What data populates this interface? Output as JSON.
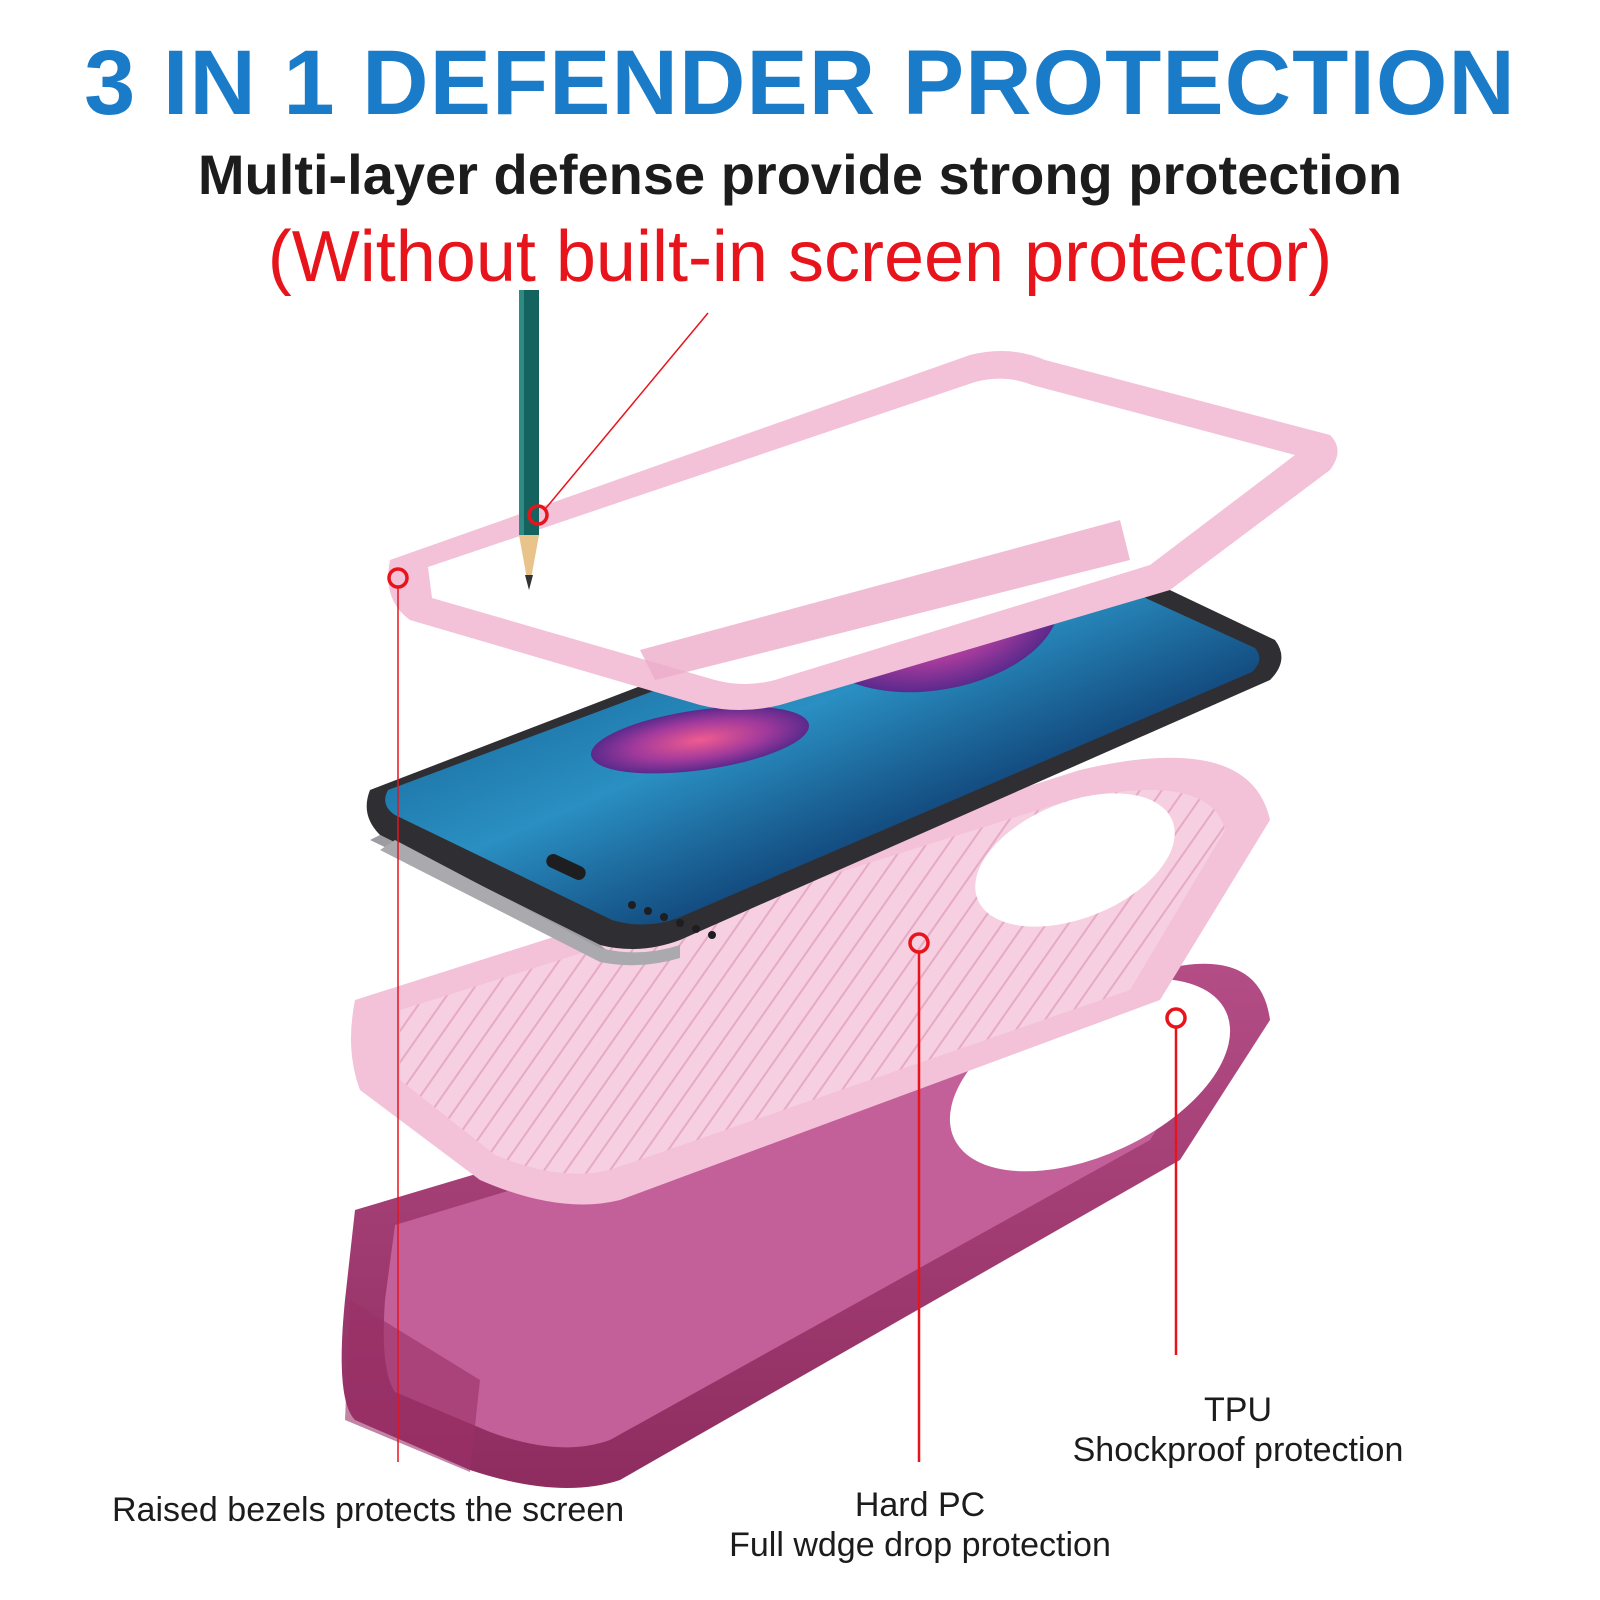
{
  "header": {
    "title": "3 IN 1 DEFENDER PROTECTION",
    "subtitle": "Multi-layer defense provide strong protection",
    "note": "(Without built-in screen protector)"
  },
  "callouts": {
    "bezels": {
      "text": "Raised bezels protects the screen"
    },
    "hard_pc": {
      "title": "Hard PC",
      "text": "Full wdge drop protection"
    },
    "tpu": {
      "title": "TPU",
      "text": "Shockproof protection"
    }
  },
  "colors": {
    "title": "#1a7cc9",
    "note": "#e8141c",
    "frame_pink": "#f3c1d8",
    "tpu_magenta": "#a8366f",
    "callout_red": "#e8141c"
  }
}
